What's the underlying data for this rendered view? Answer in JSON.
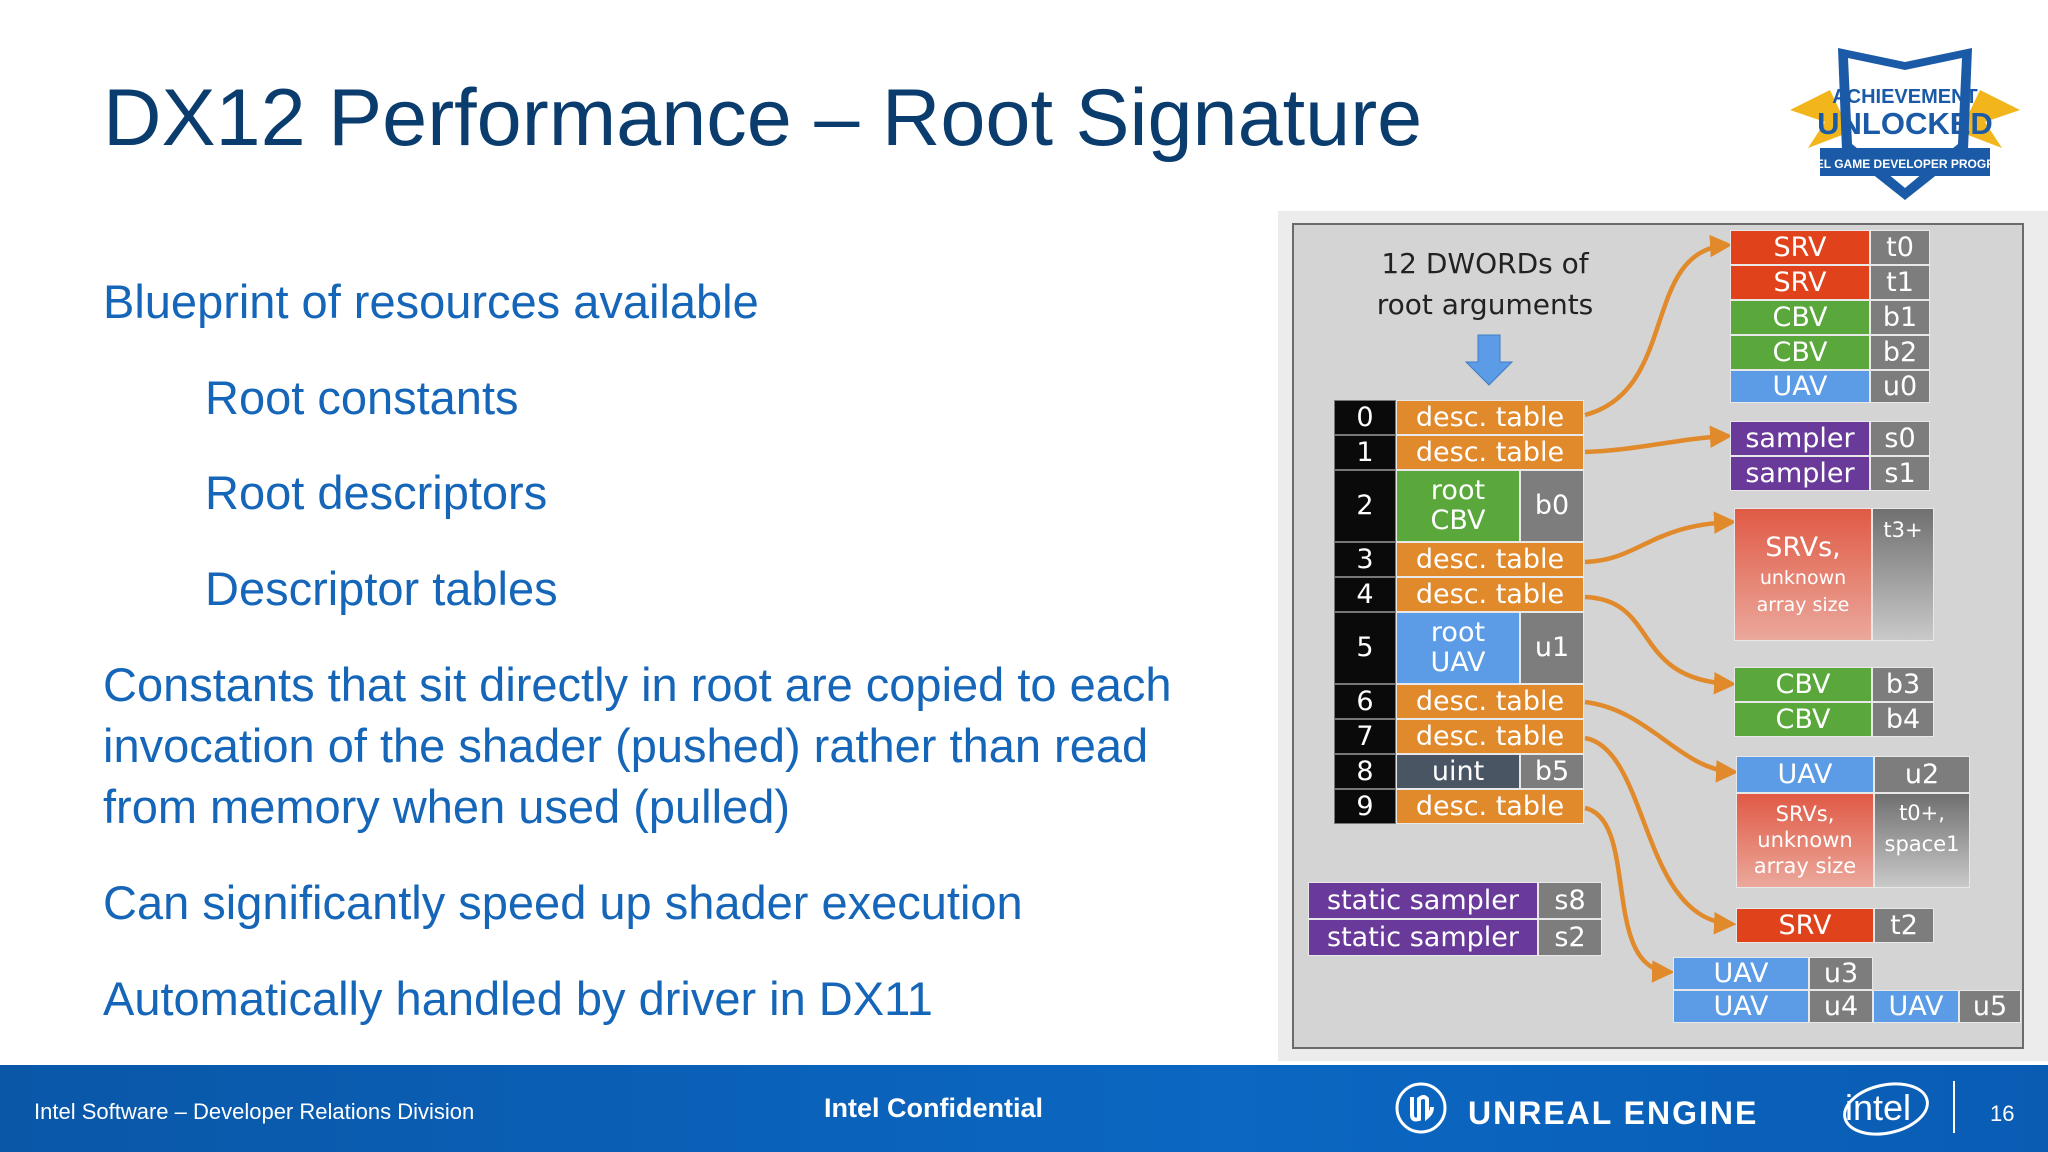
{
  "slide": {
    "title": "DX12 Performance – Root Signature",
    "bullets": [
      {
        "text": "Blueprint of resources available",
        "level": 1
      },
      {
        "text": "Root constants",
        "level": 2
      },
      {
        "text": "Root descriptors",
        "level": 2
      },
      {
        "text": "Descriptor tables",
        "level": 2
      },
      {
        "text": "Constants that sit directly in root are copied to each",
        "level": 1
      },
      {
        "text": "invocation of the shader (pushed) rather than read",
        "level": 1
      },
      {
        "text": "from memory when used (pulled)",
        "level": 1
      },
      {
        "text": "Can significantly speed up shader execution",
        "level": 1
      },
      {
        "text": "Automatically handled by driver in DX11",
        "level": 1
      }
    ]
  },
  "logo": {
    "line1": "ACHIEVEMENT",
    "line2": "UNLOCKED",
    "line3": "INTEL GAME DEVELOPER PROGRAM"
  },
  "diagram": {
    "caption": [
      "12 DWORDs of",
      "root arguments"
    ],
    "root_indices": [
      "0",
      "1",
      "2",
      "3",
      "4",
      "5",
      "6",
      "7",
      "8",
      "9"
    ],
    "root_args": {
      "r0": "desc. table",
      "r1": "desc. table",
      "r2": [
        "root",
        "CBV"
      ],
      "r2_reg": "b0",
      "r3": "desc. table",
      "r4": "desc. table",
      "r5": [
        "root",
        "UAV"
      ],
      "r5_reg": "u1",
      "r6": "desc. table",
      "r7": "desc. table",
      "r8": "uint",
      "r8_reg": "b5",
      "r9": "desc. table"
    },
    "static_samplers": [
      {
        "label": "static sampler",
        "reg": "s8"
      },
      {
        "label": "static sampler",
        "reg": "s2"
      }
    ],
    "table_a": [
      {
        "label": "SRV",
        "reg": "t0"
      },
      {
        "label": "SRV",
        "reg": "t1"
      },
      {
        "label": "CBV",
        "reg": "b1"
      },
      {
        "label": "CBV",
        "reg": "b2"
      },
      {
        "label": "UAV",
        "reg": "u0"
      }
    ],
    "table_b": [
      {
        "label": "sampler",
        "reg": "s0"
      },
      {
        "label": "sampler",
        "reg": "s1"
      }
    ],
    "table_c": {
      "label": "SRVs,",
      "sub": [
        "unknown",
        "array size"
      ],
      "reg": "t3+"
    },
    "table_d": [
      {
        "label": "CBV",
        "reg": "b3"
      },
      {
        "label": "CBV",
        "reg": "b4"
      }
    ],
    "table_e": {
      "uav": {
        "label": "UAV",
        "reg": "u2"
      },
      "srvs": {
        "label": "SRVs,",
        "sub": [
          "unknown",
          "array size"
        ],
        "reg": [
          "t0+,",
          "space1"
        ]
      }
    },
    "table_f": {
      "label": "SRV",
      "reg": "t2"
    },
    "table_g": [
      {
        "label": "UAV",
        "reg": "u3"
      },
      {
        "label": "UAV",
        "reg": "u4"
      },
      {
        "label": "UAV",
        "reg": "u5"
      }
    ]
  },
  "footer": {
    "left": "Intel Software – Developer Relations Division",
    "center": "Intel Confidential",
    "engine": "UNREAL ENGINE",
    "intel": "intel",
    "page": "16"
  },
  "colors": {
    "title": "#0b3c6e",
    "bullet": "#1565b8",
    "footer": "#0b67c2",
    "arrow": "#e08a2c",
    "desc_table": "#e08a2c",
    "srv": "#e0431b",
    "cbv": "#5aa83c",
    "uav": "#5c9ce6",
    "sampler": "#6a3a9a"
  }
}
